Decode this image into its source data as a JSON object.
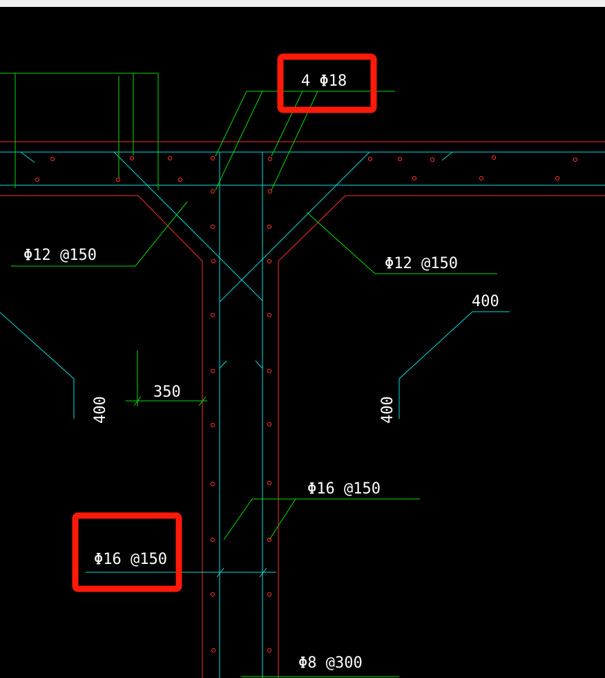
{
  "window": {
    "title_bar": ""
  },
  "labels": {
    "top_bars": "4 Φ18",
    "haunch_left": "Φ12 @150",
    "haunch_right": "Φ12 @150",
    "wall_vertical_right": "Φ16 @150",
    "wall_vertical_left": "Φ16 @150",
    "wall_tie": "Φ8 @300",
    "dim_350": "350",
    "dim_400_top": "400",
    "dim_400_left": "400",
    "dim_400_right": "400"
  },
  "highlights": [
    {
      "name": "highlight-4phi18",
      "color": "#ff1a0a"
    },
    {
      "name": "highlight-phi16-150",
      "color": "#ff1a0a"
    }
  ],
  "colors": {
    "background": "#000000",
    "rebar_green": "#00e000",
    "cyan_line": "#00e0e0",
    "red_outline": "#ff3030",
    "text": "#ffffff",
    "highlight": "#ff1a0a"
  }
}
